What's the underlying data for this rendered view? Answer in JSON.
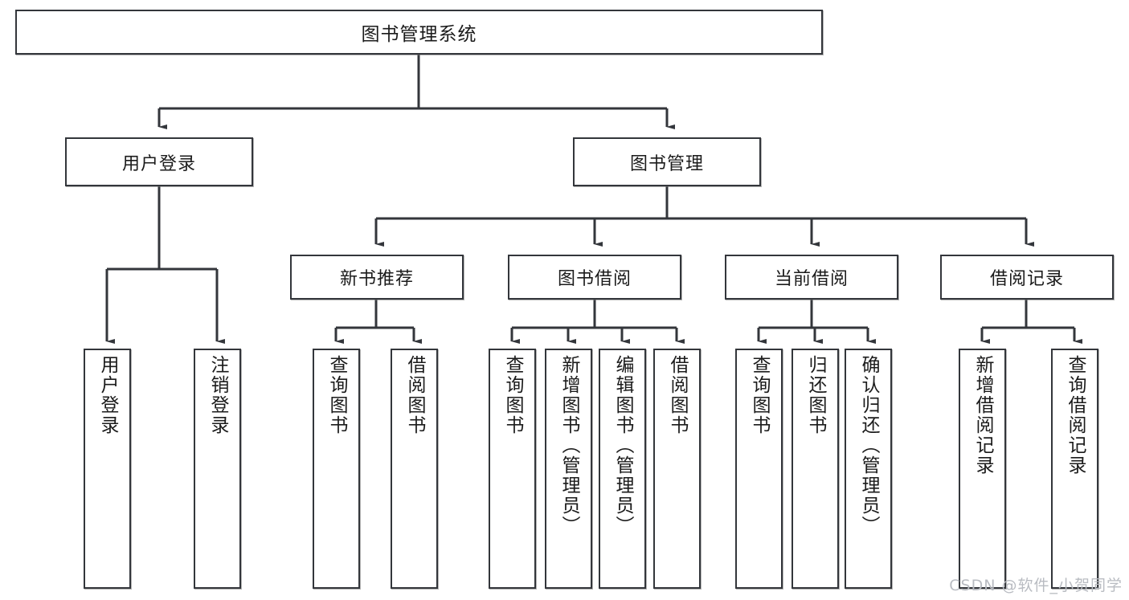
{
  "diagram": {
    "title": "图书管理系统",
    "watermark": "CSDN @软件_小贺同学",
    "line_color": "#33363b",
    "box_border_color": "#33363b",
    "box_fill_color": "#ffffff",
    "text_color": "#1b1b1b",
    "watermark_color": "#b9bcc2"
  },
  "nodes": {
    "root": {
      "label": "图书管理系统"
    },
    "level1": [
      {
        "label": "用户登录"
      },
      {
        "label": "图书管理"
      }
    ],
    "level2": [
      {
        "label": "新书推荐"
      },
      {
        "label": "图书借阅"
      },
      {
        "label": "当前借阅"
      },
      {
        "label": "借阅记录"
      }
    ],
    "leaves": {
      "user_login": [
        {
          "label": "用户登录"
        },
        {
          "label": "注销登录"
        }
      ],
      "new_book_rec": [
        {
          "label": "查询图书"
        },
        {
          "label": "借阅图书"
        }
      ],
      "book_borrow": [
        {
          "label": "查询图书"
        },
        {
          "label": "新增图书（管理员）"
        },
        {
          "label": "编辑图书（管理员）"
        },
        {
          "label": "借阅图书"
        }
      ],
      "current_borrow": [
        {
          "label": "查询图书"
        },
        {
          "label": "归还图书"
        },
        {
          "label": "确认归还（管理员）"
        }
      ],
      "borrow_record": [
        {
          "label": "新增借阅记录"
        },
        {
          "label": "查询借阅记录"
        }
      ]
    }
  }
}
